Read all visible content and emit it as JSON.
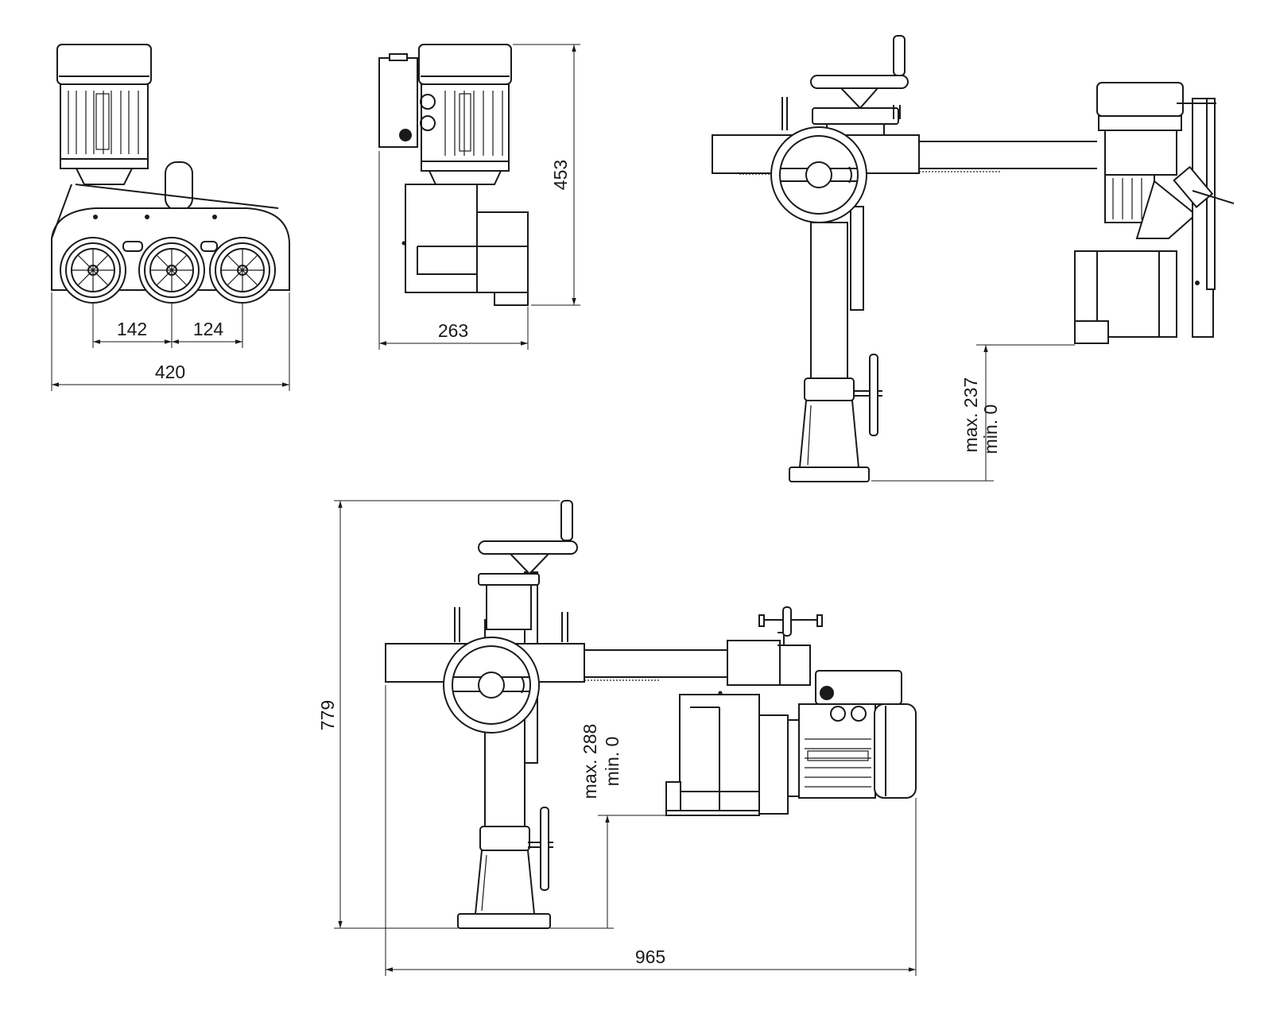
{
  "dimensions": {
    "roller_spacing_1": "142",
    "roller_spacing_2": "124",
    "front_width": "420",
    "side_depth": "263",
    "side_height": "453",
    "top_right_max": "max. 237",
    "top_right_min": "min. 0",
    "bottom_max": "max. 288",
    "bottom_min": "min. 0",
    "total_height": "779",
    "total_reach": "965"
  },
  "colors": {
    "line": "#1a1a1a",
    "background": "#ffffff"
  }
}
